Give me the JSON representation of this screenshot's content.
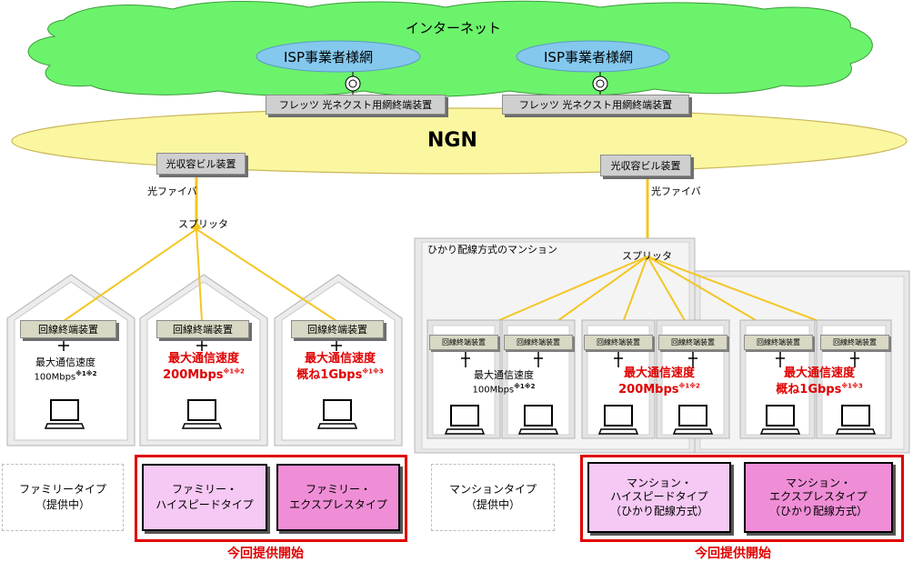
{
  "colors": {
    "cloud": "#6cf36c",
    "ngn": "#fbf6a0",
    "isp": "#84c8ee",
    "fiber": "#f3c623",
    "highlight": "#e00000",
    "light_pink": "#f6c8f4",
    "pink": "#ef8ed6"
  },
  "internet_label": "インターネット",
  "isp_networks": [
    "ISP事業者様網",
    "ISP事業者様網"
  ],
  "flets_devices": [
    "フレッツ 光ネクスト用網終端装置",
    "フレッツ 光ネクスト用網終端装置"
  ],
  "ngn_label": "NGN",
  "buildings": [
    "光収容ビル装置",
    "光収容ビル装置"
  ],
  "fiber_labels": [
    "光ファイバ",
    "光ファイバ"
  ],
  "splitter_labels": [
    "スプリッタ",
    "スプリッタ"
  ],
  "mansion_title": "ひかり配線方式のマンション",
  "terminal_label": "回線終端装置",
  "family_speeds": [
    {
      "line1": "最大通信速度",
      "line2": "100Mbps",
      "note": "※1※2",
      "highlight": false
    },
    {
      "line1": "最大通信速度",
      "line2": "200Mbps",
      "note": "※1※2",
      "highlight": true
    },
    {
      "line1": "最大通信速度",
      "line2": "概ね1Gbps",
      "note": "※1※3",
      "highlight": true
    }
  ],
  "mansion_speeds": [
    {
      "line1": "最大通信速度",
      "line2": "100Mbps",
      "note": "※1※2",
      "highlight": false
    },
    {
      "line1": "最大通信速度",
      "line2": "200Mbps",
      "note": "※1※2",
      "highlight": true
    },
    {
      "line1": "最大通信速度",
      "line2": "概ね1Gbps",
      "note": "※1※3",
      "highlight": true
    }
  ],
  "services": {
    "family_type": {
      "line1": "ファミリータイプ",
      "line2": "（提供中）"
    },
    "family_hs": {
      "line1": "ファミリー・",
      "line2": "ハイスピードタイプ"
    },
    "family_ex": {
      "line1": "ファミリー・",
      "line2": "エクスプレスタイプ"
    },
    "mansion_type": {
      "line1": "マンションタイプ",
      "line2": "（提供中）"
    },
    "mansion_hs": {
      "line1": "マンション・",
      "line2": "ハイスピードタイプ",
      "line3": "（ひかり配線方式）"
    },
    "mansion_ex": {
      "line1": "マンション・",
      "line2": "エクスプレスタイプ",
      "line3": "（ひかり配線方式）"
    }
  },
  "new_service_labels": [
    "今回提供開始",
    "今回提供開始"
  ]
}
